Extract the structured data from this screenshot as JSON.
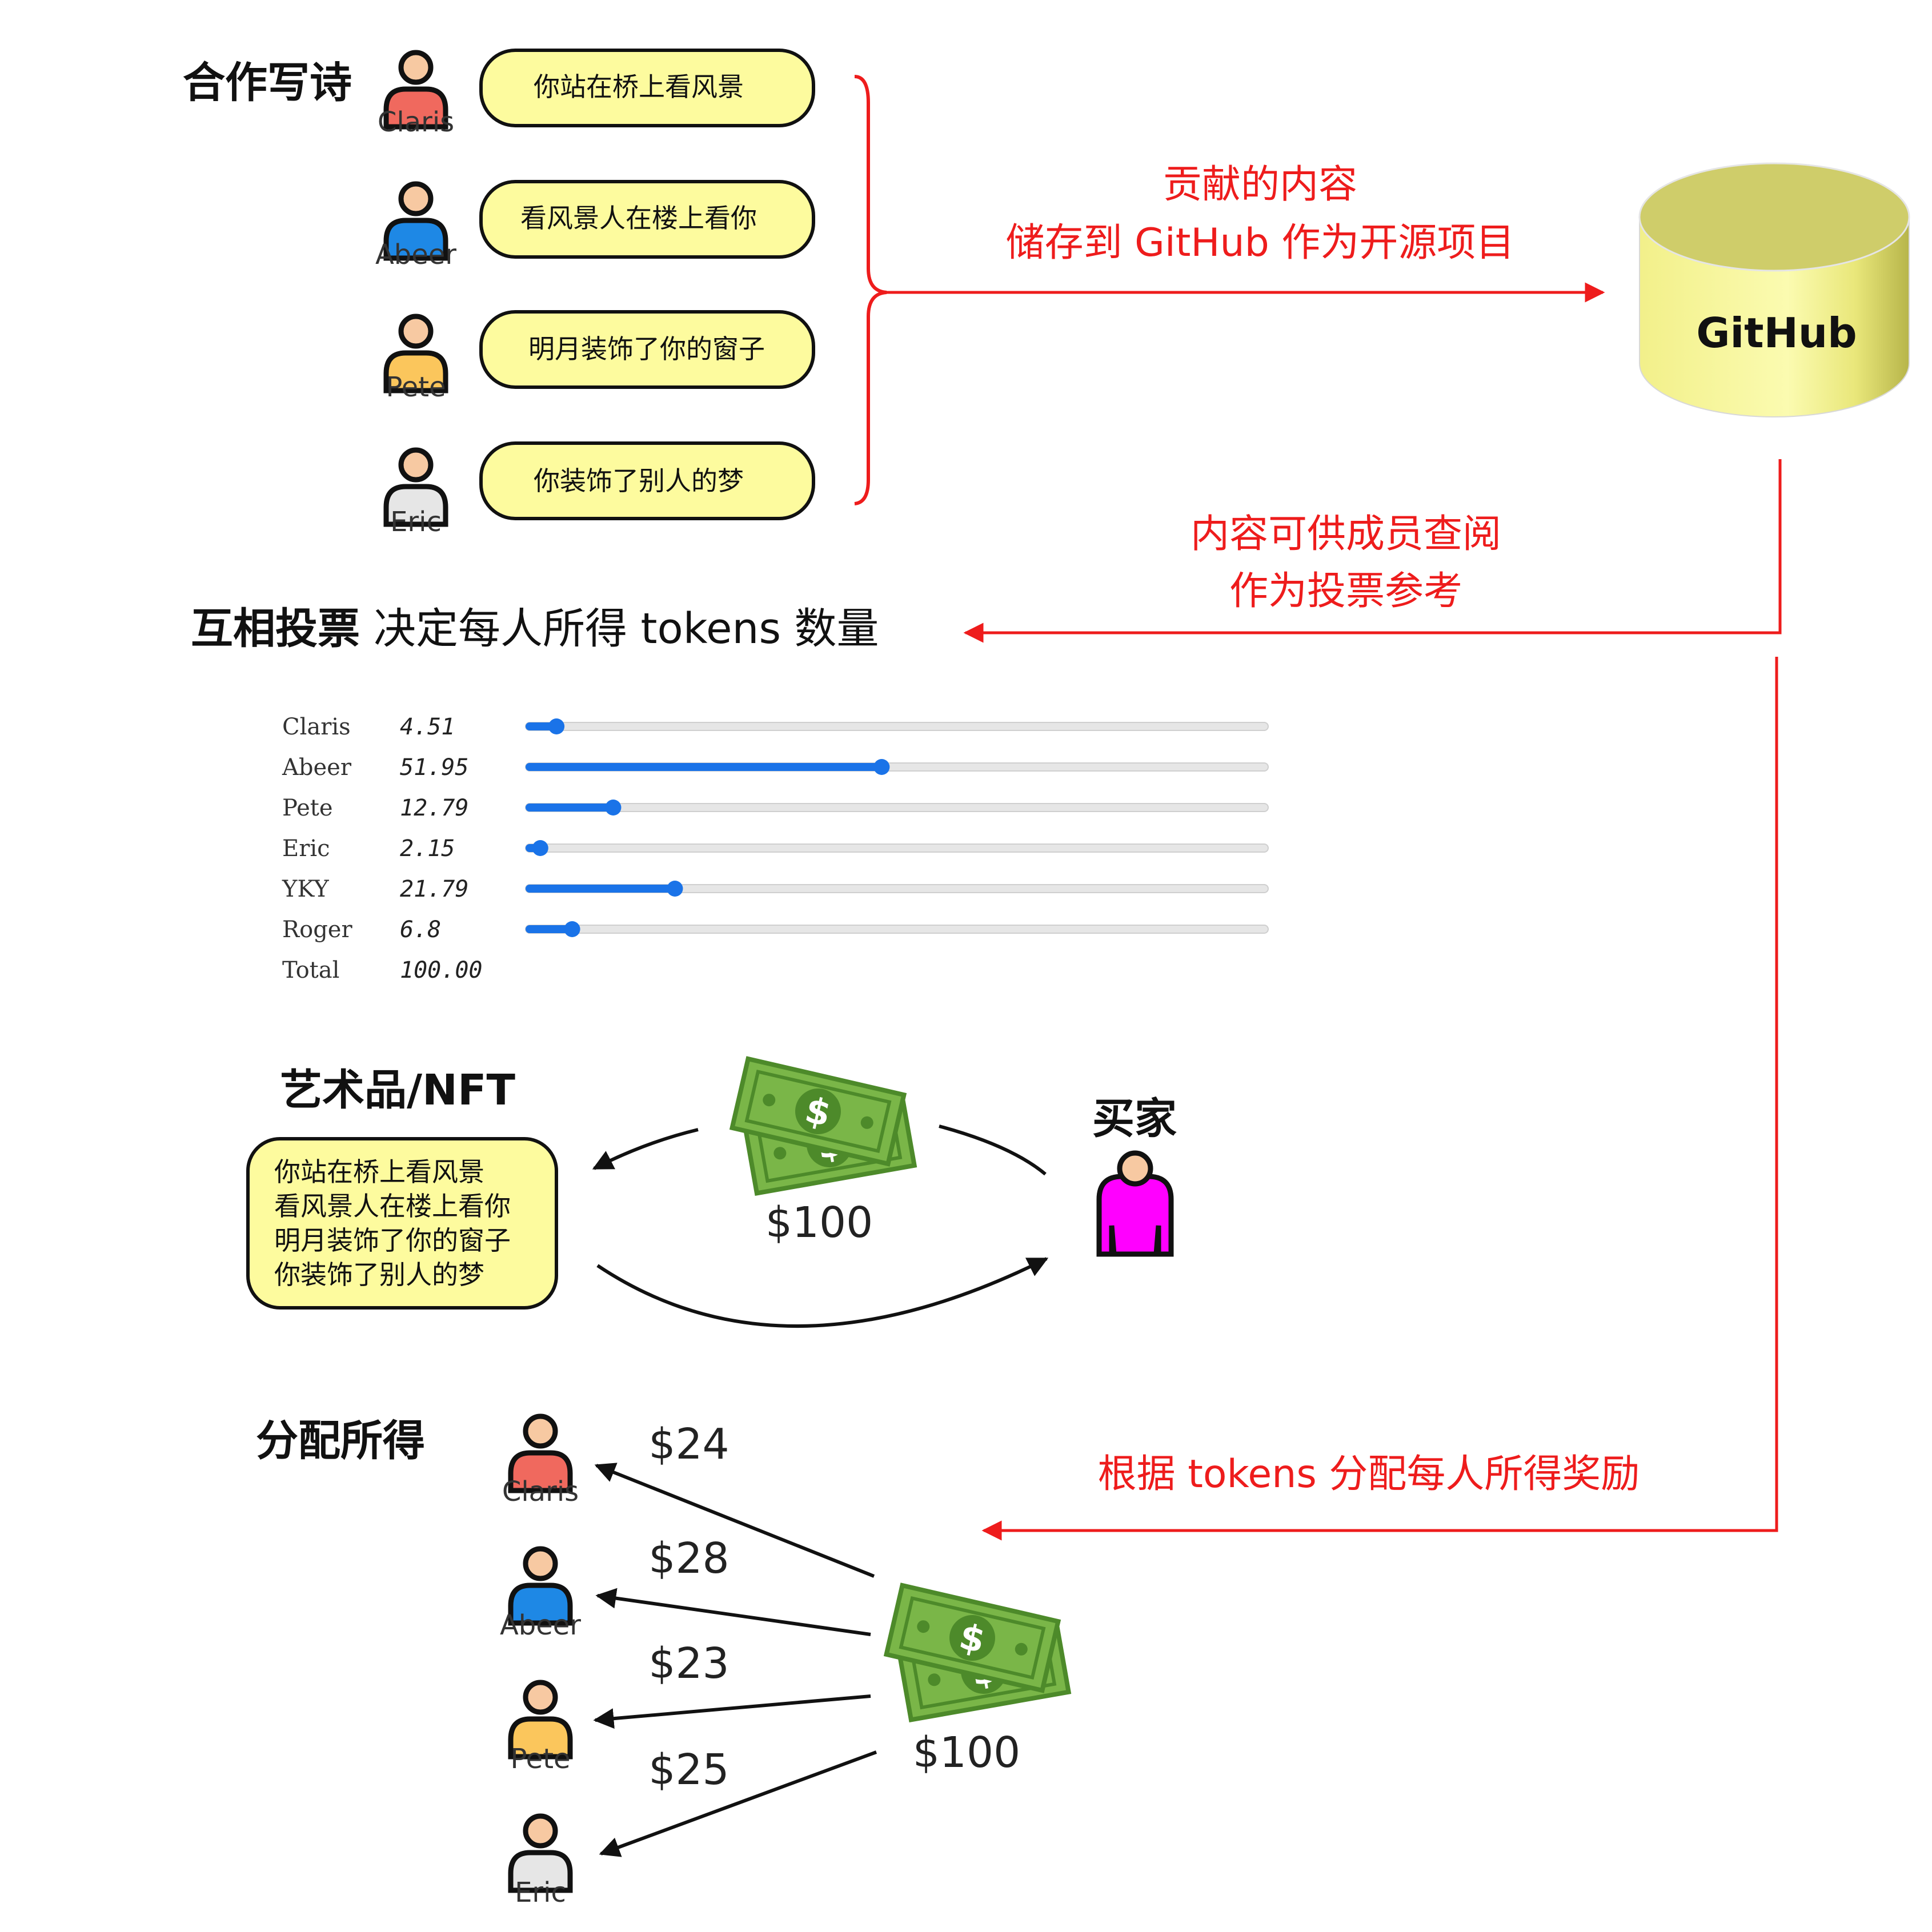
{
  "sections": {
    "poem_title": "合作写诗",
    "vote_title_bold": "互相投票",
    "vote_title_rest": "决定每人所得 tokens 数量",
    "nft_title": "艺术品/NFT",
    "buyer_title": "买家",
    "distribute_title": "分配所得"
  },
  "contributors": [
    {
      "name": "Claris",
      "line": "你站在桥上看风景",
      "color": "#f0695e"
    },
    {
      "name": "Abeer",
      "line": "看风景人在楼上看你",
      "color": "#1e88e5"
    },
    {
      "name": "Pete",
      "line": "明月装饰了你的窗子",
      "color": "#fbc65c"
    },
    {
      "name": "Eric",
      "line": "你装饰了别人的梦",
      "color": "#e6e6e6"
    }
  ],
  "annotations": {
    "store_line1": "贡献的内容",
    "store_line2": "储存到 GitHub 作为开源项目",
    "review_line1": "内容可供成员查阅",
    "review_line2": "作为投票参考",
    "reward": "根据 tokens 分配每人所得奖励"
  },
  "github": {
    "label": "GitHub",
    "color": "#f6f58c"
  },
  "votes": {
    "rows": [
      {
        "name": "Claris",
        "value": "4.51",
        "fraction": 0.0451
      },
      {
        "name": "Abeer",
        "value": "51.95",
        "fraction": 0.5195
      },
      {
        "name": "Pete",
        "value": "12.79",
        "fraction": 0.1279
      },
      {
        "name": "Eric",
        "value": "2.15",
        "fraction": 0.0215
      },
      {
        "name": "YKY",
        "value": "21.79",
        "fraction": 0.2179
      },
      {
        "name": "Roger",
        "value": "6.8",
        "fraction": 0.068
      }
    ],
    "total_label": "Total",
    "total_value": "100.00",
    "slider_color": "#1a73e8"
  },
  "nft": {
    "lines": [
      "你站在桥上看风景",
      "看风景人在楼上看你",
      "明月装饰了你的窗子",
      "你装饰了别人的梦"
    ],
    "price": "$100"
  },
  "buyer_color": "#ff00ff",
  "distribution": {
    "total": "$100",
    "payouts": [
      {
        "name": "Claris",
        "amount": "$24",
        "color": "#f0695e"
      },
      {
        "name": "Abeer",
        "amount": "$28",
        "color": "#1e88e5"
      },
      {
        "name": "Pete",
        "amount": "$23",
        "color": "#fbc65c"
      },
      {
        "name": "Eric",
        "amount": "$25",
        "color": "#e6e6e6"
      }
    ]
  },
  "icons": {
    "person": "person-icon",
    "money": "money-bills-icon",
    "database": "database-cylinder-icon"
  }
}
